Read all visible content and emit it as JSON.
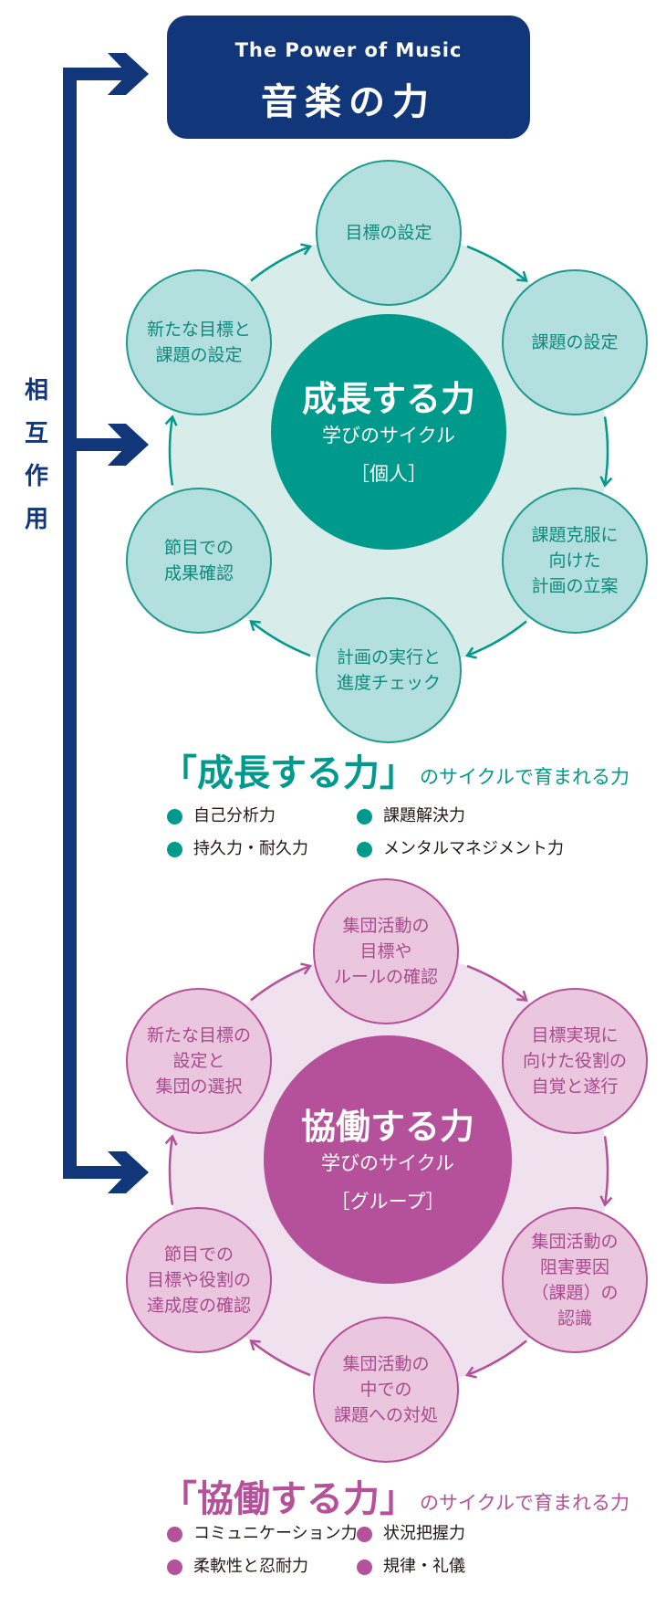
{
  "header": {
    "title_en": "The Power of Music",
    "title_ja": "音楽の力"
  },
  "side_label": "相\n互\n作\n用",
  "colors": {
    "navy": "#12367a",
    "teal": "#009a8c",
    "teal_light": "#b3e0de",
    "teal_ring": "#d8ecea",
    "pink": "#b5509a",
    "pink_light": "#ebc7df",
    "pink_ring": "#efe1ed"
  },
  "growth": {
    "core_title": "成長する力",
    "core_subtitle": "学びのサイクル",
    "core_tag": "［個人］",
    "steps": [
      "目標の設定",
      "課題の設定",
      "課題克服に\n向けた\n計画の立案",
      "計画の実行と\n進度チェック",
      "節目での\n成果確認",
      "新たな目標と\n課題の設定"
    ],
    "heading_big": "「成長する力」",
    "heading_small": "のサイクルで育まれる力",
    "skills": [
      "自己分析力",
      "課題解決力",
      "持久力・耐久力",
      "メンタルマネジメント力"
    ]
  },
  "collab": {
    "core_title": "協働する力",
    "core_subtitle": "学びのサイクル",
    "core_tag": "［グループ］",
    "steps": [
      "集団活動の\n目標や\nルールの確認",
      "目標実現に\n向けた役割の\n自覚と遂行",
      "集団活動の\n阻害要因\n（課題）の\n認識",
      "集団活動の\n中での\n課題への対処",
      "節目での\n目標や役割の\n達成度の確認",
      "新たな目標の\n設定と\n集団の選択"
    ],
    "heading_big": "「協働する力」",
    "heading_small": "のサイクルで育まれる力",
    "skills": [
      "コミュニケーション力",
      "状況把握力",
      "柔軟性と忍耐力",
      "規律・礼儀"
    ]
  }
}
